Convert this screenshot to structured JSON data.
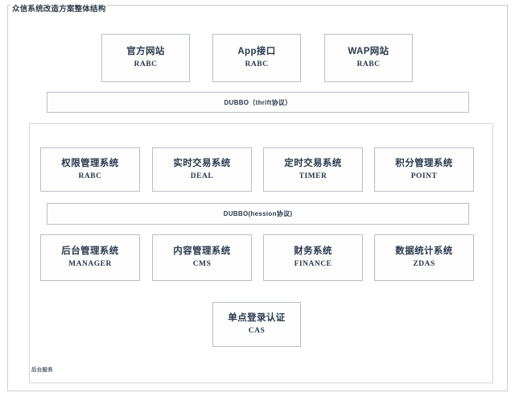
{
  "diagram": {
    "title": "众信系统改造方案整体结构",
    "inner_container_label": "后台服务",
    "colors": {
      "box_border": "#b9bec6",
      "frame_border": "#c9ccd1",
      "inner_frame_border": "#d2d5da",
      "text": "#2b3a4d",
      "background": "#ffffff"
    },
    "layers": [
      {
        "id": "access-layer",
        "nodes": [
          {
            "cn": "官方网站",
            "en": "RABC"
          },
          {
            "cn": "App接口",
            "en": "RABC"
          },
          {
            "cn": "WAP网站",
            "en": "RABC"
          }
        ]
      },
      {
        "id": "service-layer",
        "nodes": [
          {
            "cn": "权限管理系统",
            "en": "RABC"
          },
          {
            "cn": "实时交易系统",
            "en": "DEAL"
          },
          {
            "cn": "定时交易系统",
            "en": "TIMER"
          },
          {
            "cn": "积分管理系统",
            "en": "POINT"
          }
        ]
      },
      {
        "id": "backoffice-layer",
        "nodes": [
          {
            "cn": "后台管理系统",
            "en": "MANAGER"
          },
          {
            "cn": "内容管理系统",
            "en": "CMS"
          },
          {
            "cn": "财务系统",
            "en": "FINANCE"
          },
          {
            "cn": "数据统计系统",
            "en": "ZDAS"
          }
        ]
      }
    ],
    "buses": [
      {
        "id": "dubbo-thrift",
        "label": "DUBBO（thrift协议）"
      },
      {
        "id": "dubbo-hession",
        "label": "DUBBO(hession协议)"
      }
    ],
    "auth_node": {
      "cn": "单点登录认证",
      "en": "CAS"
    }
  }
}
